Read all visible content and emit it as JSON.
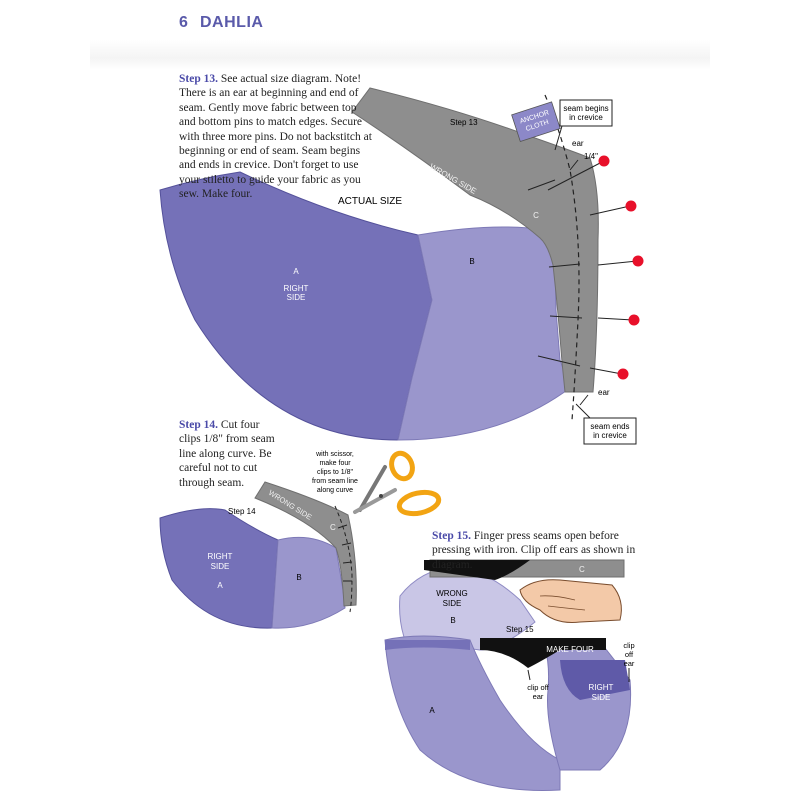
{
  "header": {
    "page_number": "6",
    "title": "DAHLIA"
  },
  "step13": {
    "label": "Step 13.",
    "text": " See actual size diagram. Note! There is an ear at beginning and end of seam. Gently move fabric between top and bottom pins to match edges. Secure with three more pins. Do not backstitch at beginning or end of seam. Seam begins and ends in crevice. Don't forget to use your stiletto to guide your fabric as you sew. Make four.",
    "diagram": {
      "step_label": "Step 13",
      "actual_size": "ACTUAL SIZE",
      "piece_a_letter": "A",
      "piece_a_side_1": "RIGHT",
      "piece_a_side_2": "SIDE",
      "piece_b_letter": "B",
      "wrong_side": "WRONG SIDE",
      "piece_c_letter": "C",
      "anchor_cloth_1": "ANCHOR",
      "anchor_cloth_2": "CLOTH",
      "seam_begins_1": "seam begins",
      "seam_begins_2": "in crevice",
      "ear_top": "ear",
      "quarter_inch": "1/4\"",
      "ear_bottom": "ear",
      "seam_ends_1": "seam ends",
      "seam_ends_2": "in crevice"
    }
  },
  "step14": {
    "label": "Step 14.",
    "text": " Cut four clips 1/8\" from seam line along curve. Be careful not to cut through seam.",
    "diagram": {
      "step_label": "Step 14",
      "wrong_side": "WRONG SIDE",
      "piece_c_letter": "C",
      "right_side_1": "RIGHT",
      "right_side_2": "SIDE",
      "piece_a_letter": "A",
      "piece_b_letter": "B",
      "scissor_note_1": "with scissor,",
      "scissor_note_2": "make four",
      "scissor_note_3": "clips to 1/8\"",
      "scissor_note_4": "from seam line",
      "scissor_note_5": "along curve"
    }
  },
  "step15": {
    "label": "Step 15.",
    "text": " Finger press seams open before pressing with iron. Clip off ears as shown in diagram.",
    "diagram": {
      "step_label": "Step 15",
      "piece_c_letter": "C",
      "wrong_side_1": "WRONG",
      "wrong_side_2": "SIDE",
      "piece_b_letter": "B",
      "piece_a_letter": "A",
      "make_four": "MAKE FOUR",
      "clip_left_1": "clip off",
      "clip_left_2": "ear",
      "clip_right_1": "clip",
      "clip_right_2": "off",
      "clip_right_3": "ear",
      "right_side_1": "RIGHT",
      "right_side_2": "SIDE"
    }
  },
  "colors": {
    "accent": "#4a4aa8",
    "piece_a": "#7571b8",
    "piece_b": "#9a96cc",
    "piece_c": "#8e8e8e",
    "pin": "#e8102a",
    "scissor": "#f2a413"
  }
}
